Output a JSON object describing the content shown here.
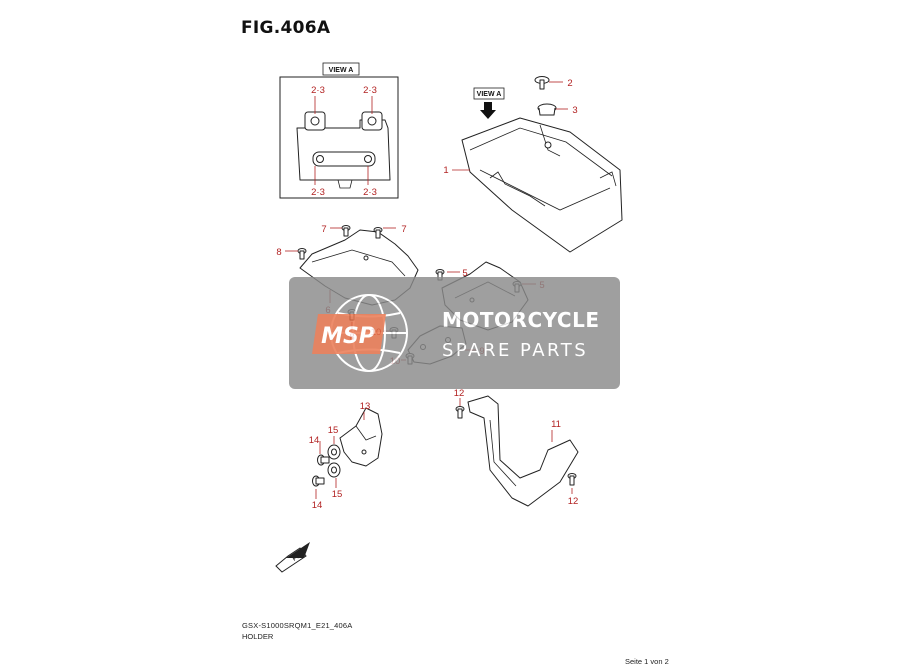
{
  "figure": {
    "title": "FIG.406A",
    "view_label": "VIEW A",
    "view_box_callouts": [
      "2·3",
      "2·3",
      "2·3",
      "2·3"
    ],
    "fwd_label": "FWD"
  },
  "callouts": [
    "1",
    "2",
    "3",
    "5",
    "5",
    "6",
    "7",
    "7",
    "8",
    "8",
    "9",
    "10",
    "10",
    "11",
    "12",
    "12",
    "13",
    "14",
    "14",
    "15",
    "15"
  ],
  "watermark": {
    "logo": "MSP",
    "line1": "MOTORCYCLE",
    "line2": "SPARE PARTS"
  },
  "footer": {
    "code": "GSX-S1000SRQM1_E21_406A",
    "name": "HOLDER",
    "page": "Seite 1 von 2"
  },
  "colors": {
    "callout": "#b22222",
    "line": "#222222",
    "watermark_bg": "#8a8a8a",
    "watermark_logo": "#e8663a"
  }
}
